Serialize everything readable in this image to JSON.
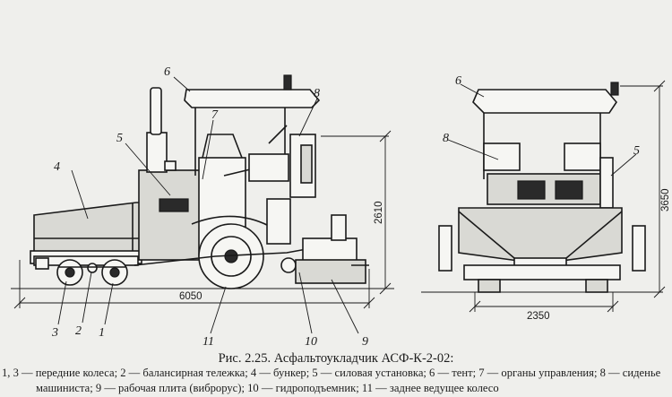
{
  "labels": {
    "l1": "1",
    "l2": "2",
    "l3": "3",
    "l4": "4",
    "l5": "5",
    "l6": "6",
    "l7": "7",
    "l8": "8",
    "l9": "9",
    "l10": "10",
    "l11": "11",
    "f6": "6",
    "f8": "8",
    "f5": "5"
  },
  "dimensions": {
    "length": "6050",
    "height_side": "2610",
    "width": "2350",
    "height_total": "3650"
  },
  "caption": {
    "title": "Рис. 2.25. Асфальтоукладчик АСФ-К-2-02:",
    "legend_line1": "1, 3 — передние колеса; 2 — балансирная тележка; 4 — бункер; 5 — силовая установка; 6 — тент; 7 — органы управления; 8 — сиденье",
    "legend_line2": "машиниста; 9 — рабочая плита (виброрус); 10 — гидроподъемник; 11 — заднее ведущее колесо"
  }
}
